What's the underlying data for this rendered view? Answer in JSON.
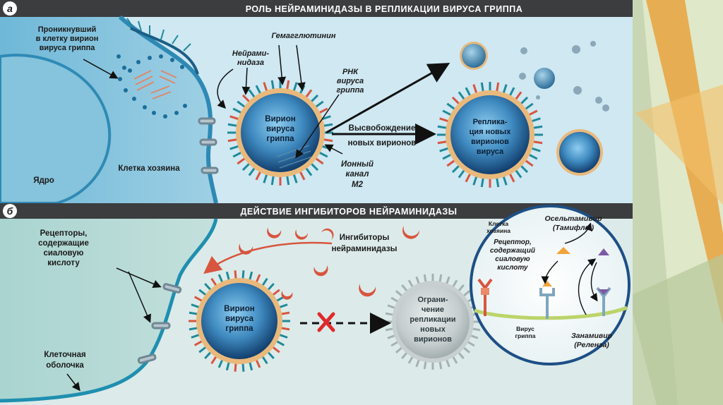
{
  "panel_a": {
    "letter": "а",
    "title": "РОЛЬ НЕЙРАМИНИДАЗЫ В РЕПЛИКАЦИИ ВИРУСА ГРИППА",
    "penetrated_virion": [
      "Проникнувший",
      "в клетку вирион",
      "вируса гриппа"
    ],
    "hemagglutinin": "Гемагглютинин",
    "neuraminidase": [
      "Нейрами-",
      "нидаза"
    ],
    "rna": [
      "РНК",
      "вируса",
      "гриппа"
    ],
    "virion": [
      "Вирион",
      "вируса",
      "гриппа"
    ],
    "release": [
      "Высвобождение",
      "новых вирионов"
    ],
    "replication": [
      "Реплика-",
      "ция новых",
      "вирионов",
      "вируса"
    ],
    "ion_channel": [
      "Ионный",
      "канал",
      "М2"
    ],
    "host_cell": "Клетка хозяина",
    "nucleus": "Ядро"
  },
  "panel_b": {
    "letter": "б",
    "title": "ДЕЙСТВИЕ ИНГИБИТОРОВ НЕЙРАМИНИДАЗЫ",
    "receptors": [
      "Рецепторы,",
      "содержащие",
      "сиаловую",
      "кислоту"
    ],
    "inhibitors": [
      "Ингибиторы",
      "нейраминидазы"
    ],
    "virion": [
      "Вирион",
      "вируса",
      "гриппа"
    ],
    "limitation": [
      "Ограни-",
      "чение",
      "репликации",
      "новых",
      "вирионов"
    ],
    "membrane": [
      "Клеточная",
      "оболочка"
    ]
  },
  "inset": {
    "host_cell": [
      "Клетка",
      "хозяина"
    ],
    "receptor": [
      "Рецептор,",
      "содержащий",
      "сиаловую",
      "кислоту"
    ],
    "oseltamivir": [
      "Осельтамивир",
      "(Тамифлю)"
    ],
    "zanamivir": [
      "Занамивир",
      "(Реленза)"
    ],
    "virus": [
      "Вирус",
      "гриппа"
    ]
  },
  "colors": {
    "header_bg": "#3b3d3f",
    "panel_a_bg": "#cfe8f2",
    "panel_b_bg": "#dcebe9",
    "cell_blue": "#3f9fc8",
    "virion_dark": "#1d5e8e",
    "spike_teal": "#1f8a9a",
    "inhibitor_red": "#d8553f",
    "slide_orange": "#e9a23e"
  }
}
